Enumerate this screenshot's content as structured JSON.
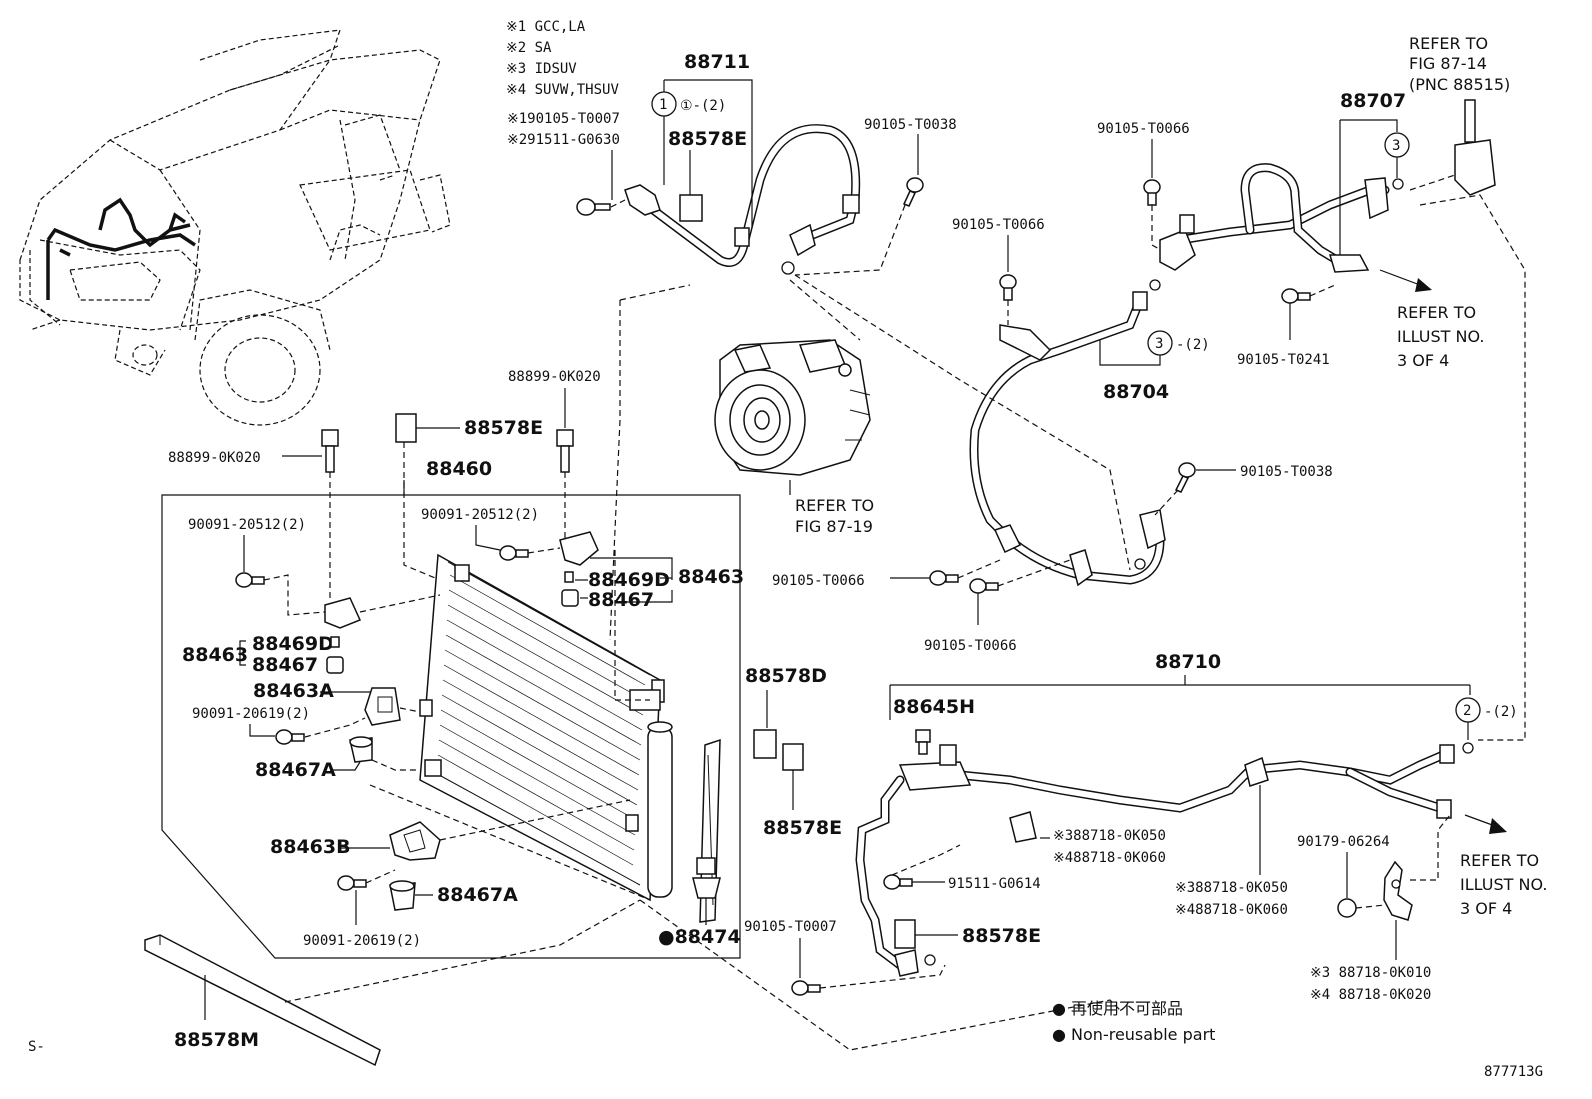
{
  "notes": [
    "※1 GCC,LA",
    "※2 SA",
    "※3 IDSUV",
    "※4 SUVW,THSUV"
  ],
  "labels": {
    "p88711": "88711",
    "c1_note": "①-(2)",
    "p90105_T0007_a": "※190105-T0007",
    "p91511_G0630": "※291511-G0630",
    "p88578E_top": "88578E",
    "p90105_T0038_top": "90105-T0038",
    "p90105_T0066_top": "90105-T0066",
    "p90105_T0066_mid": "90105-T0066",
    "refer_fig8714_1": "REFER TO",
    "refer_fig8714_2": "FIG 87-14",
    "refer_fig8714_3": "(PNC 88515)",
    "p88707": "88707",
    "refer_illust_1a": "REFER TO",
    "refer_illust_1b": "ILLUST NO.",
    "refer_illust_1c": "3 OF 4",
    "p90105_T0241": "90105-T0241",
    "c3_note": "-(2)",
    "p88704": "88704",
    "p88899_0K020_a": "88899-0K020",
    "p88899_0K020_b": "88899-0K020",
    "p88578E_mid": "88578E",
    "p88460": "88460",
    "refer_fig8719_1": "REFER TO",
    "refer_fig8719_2": "FIG 87-19",
    "p90105_T0038_mid": "90105-T0038",
    "p90091_20512_a": "90091-20512(2)",
    "p90091_20512_b": "90091-20512(2)",
    "p88469D_r": "88469D",
    "p88463_r": "88463",
    "p88467_r": "88467",
    "p90105_T0066_low": "90105-T0066",
    "p90105_T0066_low2": "90105-T0066",
    "p88463_l": "88463",
    "p88469D_l": "88469D",
    "p88467_l": "88467",
    "p88463A": "88463A",
    "p90091_20619_a": "90091-20619(2)",
    "p88467A_a": "88467A",
    "p88578D": "88578D",
    "p88710": "88710",
    "p88645H": "88645H",
    "c2_note": "-(2)",
    "p88578E_low": "88578E",
    "p88718_0K050_a": "※388718-0K050",
    "p88718_0K060_a": "※488718-0K060",
    "p90179_06264": "90179-06264",
    "refer_illust_2a": "REFER TO",
    "refer_illust_2b": "ILLUST NO.",
    "refer_illust_2c": "3 OF 4",
    "p88463B": "88463B",
    "p91511_G0614": "91511-G0614",
    "p88718_0K050_b": "※388718-0K050",
    "p88718_0K060_b": "※488718-0K060",
    "p88467A_b": "88467A",
    "p90091_20619_b": "90091-20619(2)",
    "p88474": "●88474",
    "p90105_T0007_b": "90105-T0007",
    "p88578E_bot": "88578E",
    "p88718_0K010": "※3 88718-0K010",
    "p88718_0K020": "※4 88718-0K020",
    "p88578M": "88578M",
    "legend_jp": "● 再使用不可部品",
    "legend_en": "● Non-reusable part",
    "corner_left": "S-",
    "fig_code": "877713G",
    "circle_1": "1",
    "circle_2": "2",
    "circle_3a": "3",
    "circle_3b": "3"
  }
}
